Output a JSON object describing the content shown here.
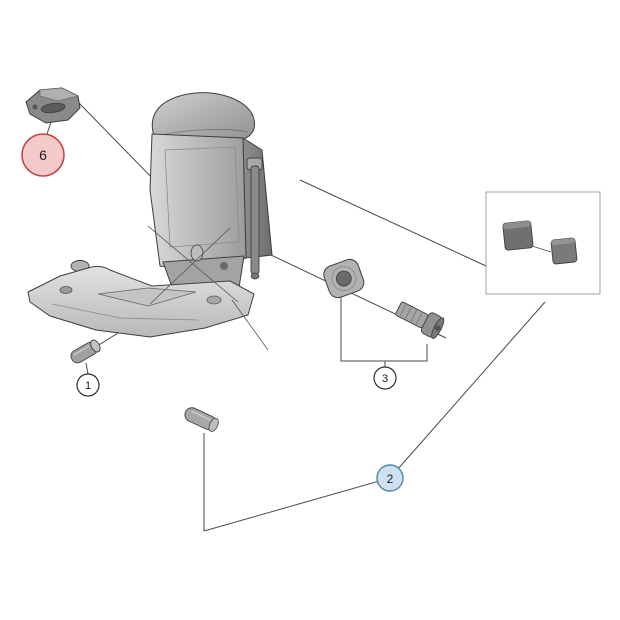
{
  "page": {
    "background": "#ffffff"
  },
  "diagram": {
    "kind": "exploded-parts-diagram",
    "line_color": "#4a4a4a",
    "callouts": {
      "c6": {
        "label": "6",
        "fill": "#f4c9c9",
        "stroke": "#c14545",
        "text_color": "#1d1d1d"
      },
      "c1": {
        "label": "1",
        "fill": "#ffffff",
        "stroke": "#2e2e2e",
        "text_color": "#1d1d1d"
      },
      "c3": {
        "label": "3",
        "fill": "#ffffff",
        "stroke": "#2e2e2e",
        "text_color": "#1d1d1d"
      },
      "c2": {
        "label": "2",
        "fill": "#cde2ee",
        "stroke": "#4b87aa",
        "text_color": "#1d1d1d"
      }
    }
  }
}
